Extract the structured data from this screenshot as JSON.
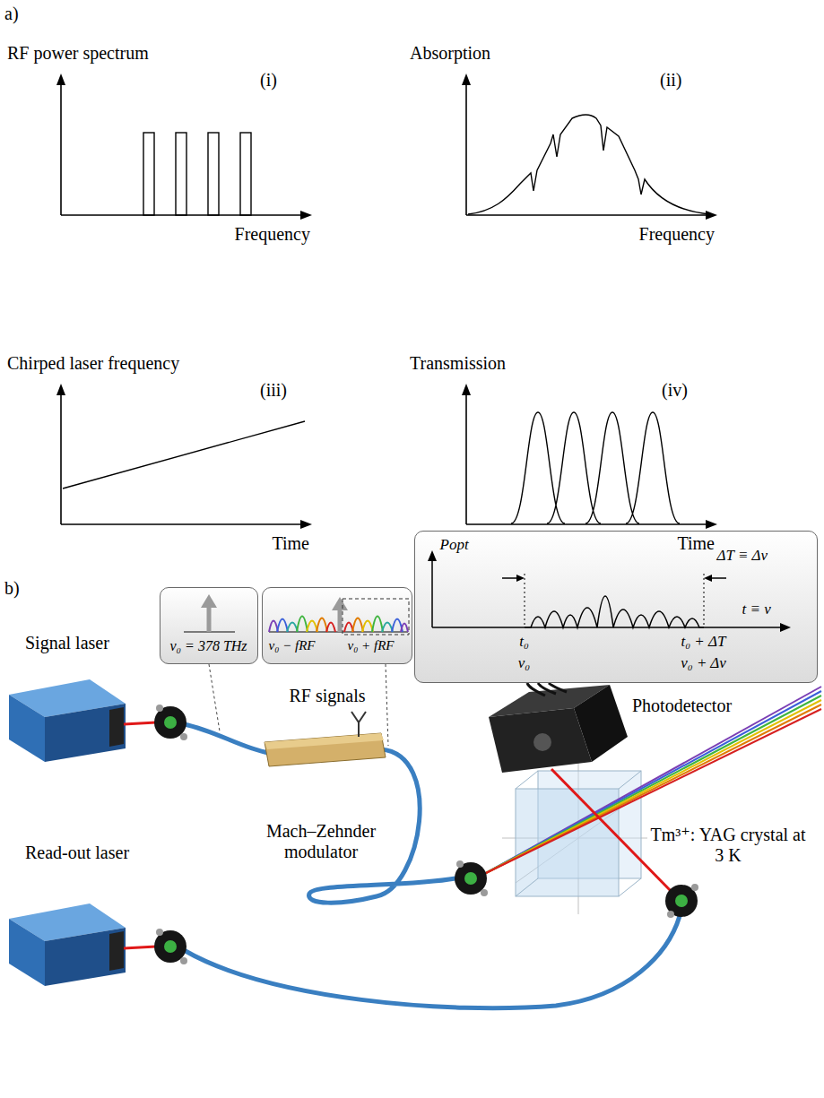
{
  "diagram": {
    "nodes": [
      {
        "text": [
          "ν₀ = 378 THz"
        ]
      },
      {
        "text": [
          "ν₀ − fRF",
          "ν₀ + fRF"
        ]
      },
      {
        "text": [
          "Popt",
          "ΔT ≡ Δν",
          "t ≡ ν",
          "t₀",
          "ν₀",
          "t₀ + ΔT",
          "ν₀ + Δν"
        ]
      }
    ],
    "labels": [
      "a)",
      "RF power spectrum",
      "(i)",
      "Frequency",
      "Absorption",
      "(ii)",
      "Frequency",
      "Chirped laser frequency",
      "(iii)",
      "Time",
      "Transmission",
      "(iv)",
      "Time",
      "b)",
      "Signal laser",
      "RF signals",
      "Mach–Zehnder modulator",
      "Read-out laser",
      "Photodetector",
      "Tm³⁺: YAG crystal at 3 K"
    ]
  }
}
